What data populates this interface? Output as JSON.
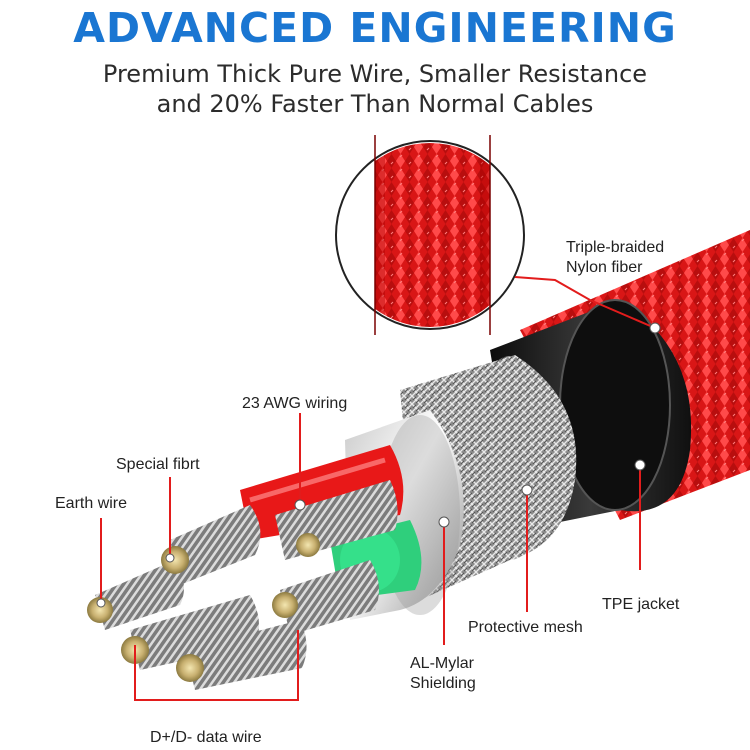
{
  "header": {
    "title": "ADVANCED ENGINEERING",
    "subtitle_line1": "Premium Thick Pure Wire, Smaller Resistance",
    "subtitle_line2": "and 20% Faster Than Normal Cables"
  },
  "labels": {
    "braid_line1": "Triple-braided",
    "braid_line2": "Nylon fiber",
    "awg": "23 AWG wiring",
    "special": "Special fibrt",
    "earth": "Earth wire",
    "tpe": "TPE jacket",
    "mesh": "Protective mesh",
    "mylar_line1": "AL-Mylar",
    "mylar_line2": "Shielding",
    "data_wire": "D+/D- data wire"
  },
  "colors": {
    "title": "#1a76d2",
    "braid": "#e21c1c",
    "inner_red_wire": "#e81818",
    "inner_green_wire": "#2fcf7c",
    "jacket": "#1a1a1a"
  }
}
